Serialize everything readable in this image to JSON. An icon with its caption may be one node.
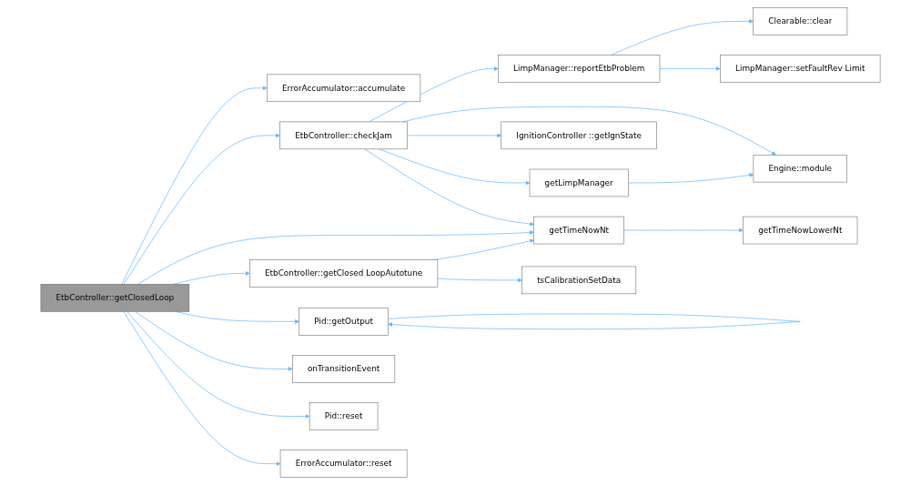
{
  "diagram": {
    "nodes": [
      {
        "text": [
          "EtbController::getClosedLoop"
        ]
      },
      {
        "text": [
          "ErrorAccumulator::accumulate"
        ]
      },
      {
        "text": [
          "EtbController::checkJam"
        ]
      },
      {
        "text": [
          "EtbController::getClosed LoopAutotune"
        ]
      },
      {
        "text": [
          "Pid::getOutput"
        ]
      },
      {
        "text": [
          "onTransitionEvent"
        ]
      },
      {
        "text": [
          "Pid::reset"
        ]
      },
      {
        "text": [
          "ErrorAccumulator::reset"
        ]
      },
      {
        "text": [
          "LimpManager::reportEtbProblem"
        ]
      },
      {
        "text": [
          "IgnitionController ::getIgnState"
        ]
      },
      {
        "text": [
          "getLimpManager"
        ]
      },
      {
        "text": [
          "getTimeNowNt"
        ]
      },
      {
        "text": [
          "tsCalibrationSetData"
        ]
      },
      {
        "text": [
          "Clearable::clear"
        ]
      },
      {
        "text": [
          "LimpManager::setFaultRev Limit"
        ]
      },
      {
        "text": [
          "Engine::module"
        ]
      },
      {
        "text": [
          "getTimeNowLowerNt"
        ]
      }
    ],
    "edges": [
      {
        "from": 0,
        "to": 1,
        "arrow": "to"
      },
      {
        "from": 0,
        "to": 2,
        "arrow": "to"
      },
      {
        "from": 0,
        "to": 11,
        "arrow": "to"
      },
      {
        "from": 0,
        "to": 3,
        "arrow": "to"
      },
      {
        "from": 0,
        "to": 4,
        "arrow": "to"
      },
      {
        "from": 0,
        "to": 5,
        "arrow": "to"
      },
      {
        "from": 0,
        "to": 6,
        "arrow": "to"
      },
      {
        "from": 0,
        "to": 7,
        "arrow": "to"
      },
      {
        "from": 2,
        "to": 8,
        "arrow": "to"
      },
      {
        "from": 2,
        "to": 15,
        "arrow": "to"
      },
      {
        "from": 2,
        "to": 9,
        "arrow": "to"
      },
      {
        "from": 2,
        "to": 10,
        "arrow": "to"
      },
      {
        "from": 2,
        "to": 11,
        "arrow": "to"
      },
      {
        "from": 3,
        "to": 11,
        "arrow": "to"
      },
      {
        "from": 3,
        "to": 12,
        "arrow": "to"
      },
      {
        "from": 4,
        "to": 4,
        "arrow": "to"
      },
      {
        "from": 8,
        "to": 13,
        "arrow": "to"
      },
      {
        "from": 8,
        "to": 14,
        "arrow": "to"
      },
      {
        "from": 10,
        "to": 15,
        "arrow": "to"
      },
      {
        "from": 11,
        "to": 16,
        "arrow": "to"
      }
    ]
  }
}
